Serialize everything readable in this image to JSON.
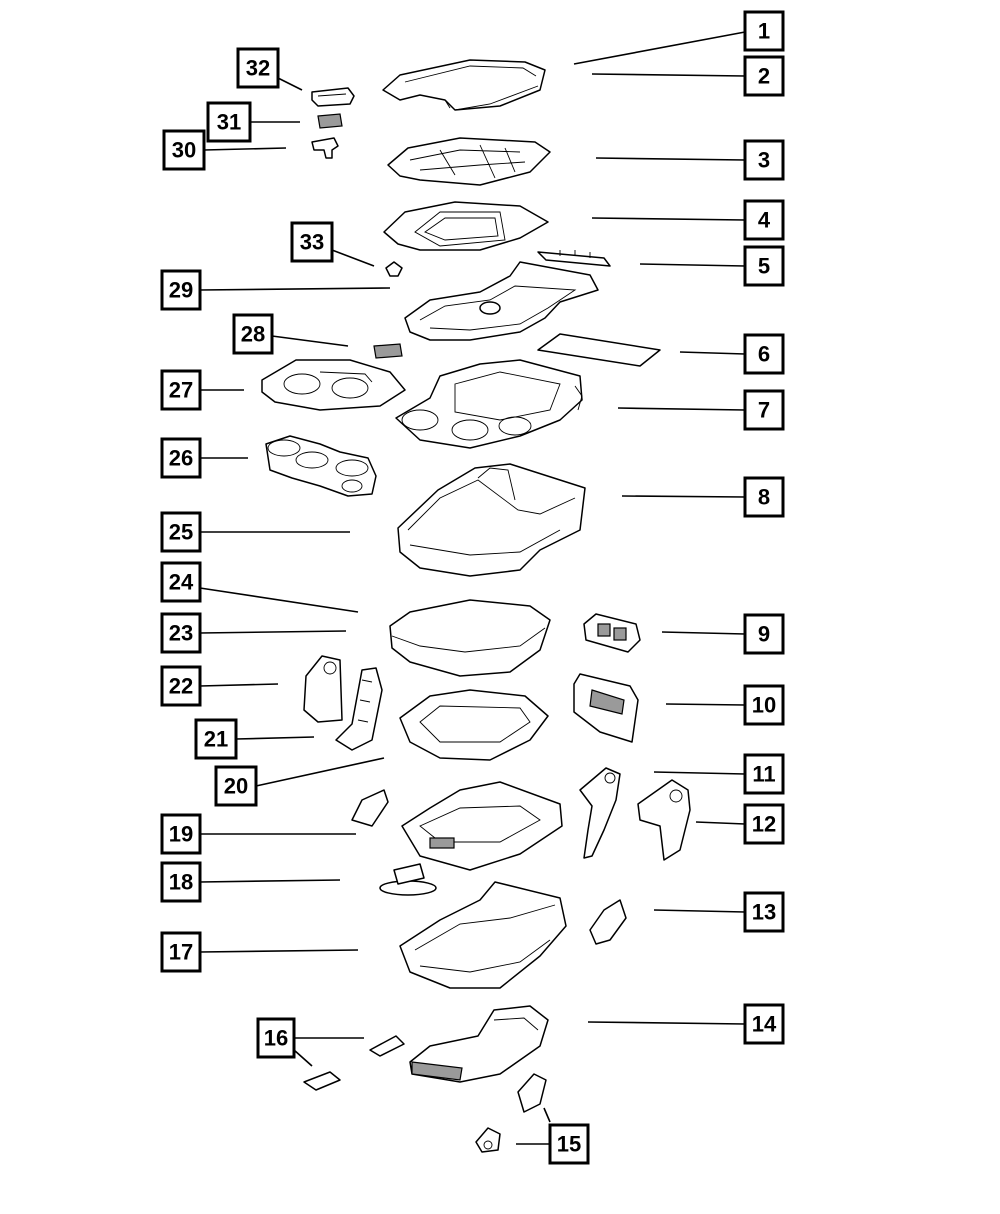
{
  "callouts": [
    "1",
    "2",
    "3",
    "4",
    "5",
    "6",
    "7",
    "8",
    "9",
    "10",
    "11",
    "12",
    "13",
    "14",
    "15",
    "16",
    "17",
    "18",
    "19",
    "20",
    "21",
    "22",
    "23",
    "24",
    "25",
    "26",
    "27",
    "28",
    "29",
    "30",
    "31",
    "32",
    "33"
  ],
  "colors": {
    "line": "#000000",
    "background": "#ffffff",
    "shade": "#9a9a9a"
  }
}
